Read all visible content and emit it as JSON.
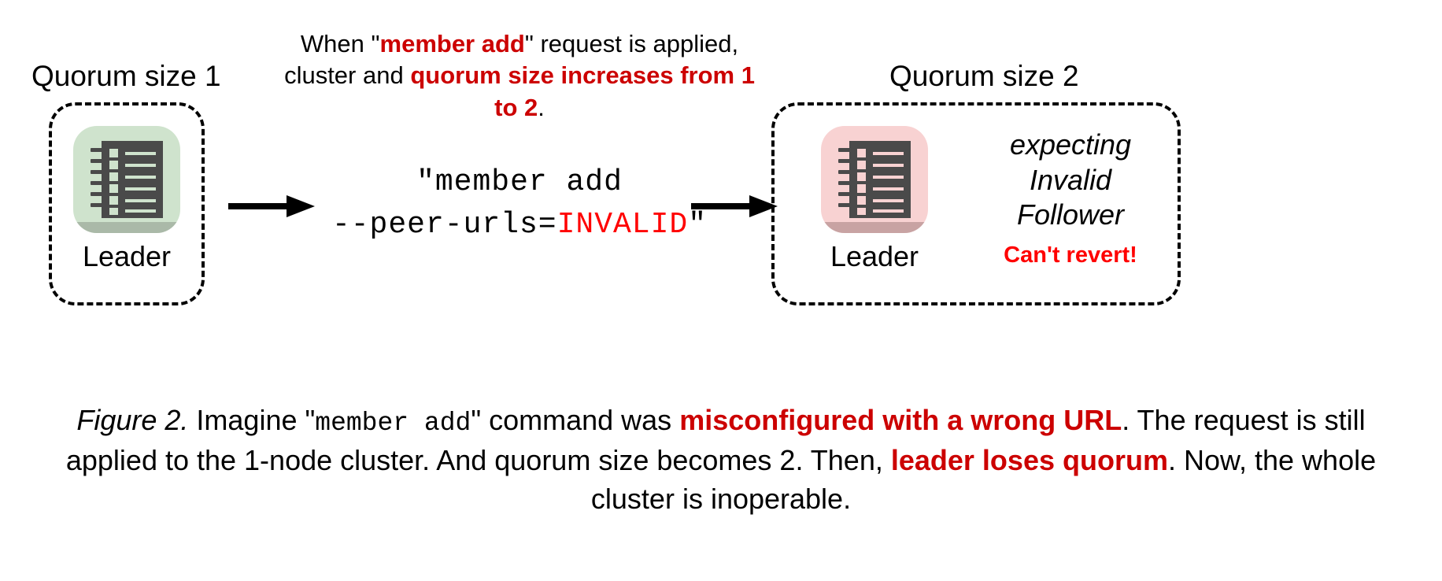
{
  "figure": {
    "left_cluster": {
      "quorum_label": "Quorum size 1",
      "node_role": "Leader",
      "tile_color": "#cfe3cd",
      "icon": "server-icon"
    },
    "right_cluster": {
      "quorum_label": "Quorum size 2",
      "node_role": "Leader",
      "tile_color": "#f8d2d2",
      "icon": "server-icon",
      "status_lines": [
        "expecting",
        "Invalid",
        "Follower"
      ],
      "warning": "Can't revert!",
      "warning_color": "#ff0000"
    },
    "top_annotation": {
      "seg1": "When \"",
      "seg2_red": "member add",
      "seg3": "\" request is applied, cluster and ",
      "seg4_red": "quorum size increases from 1 to 2",
      "seg5": "."
    },
    "command": {
      "line1": "\"member add",
      "line2_prefix": "--peer-urls=",
      "line2_invalid": "INVALID",
      "line2_suffix": "\"",
      "invalid_color": "#ff0000"
    },
    "arrows": {
      "left": "arrow-right-icon",
      "right": "arrow-right-icon"
    },
    "caption": {
      "label": "Figure 2.",
      "seg1": " Imagine \"",
      "seg_mono": "member add",
      "seg2": "\" command was ",
      "seg3_red": "misconfigured with a wrong URL",
      "seg4": ". The request is still applied to the 1-node cluster. And quorum size becomes 2. Then, ",
      "seg5_red": "leader loses quorum",
      "seg6": ". Now, the whole cluster is inoperable.",
      "highlight_color": "#cc0000"
    }
  }
}
